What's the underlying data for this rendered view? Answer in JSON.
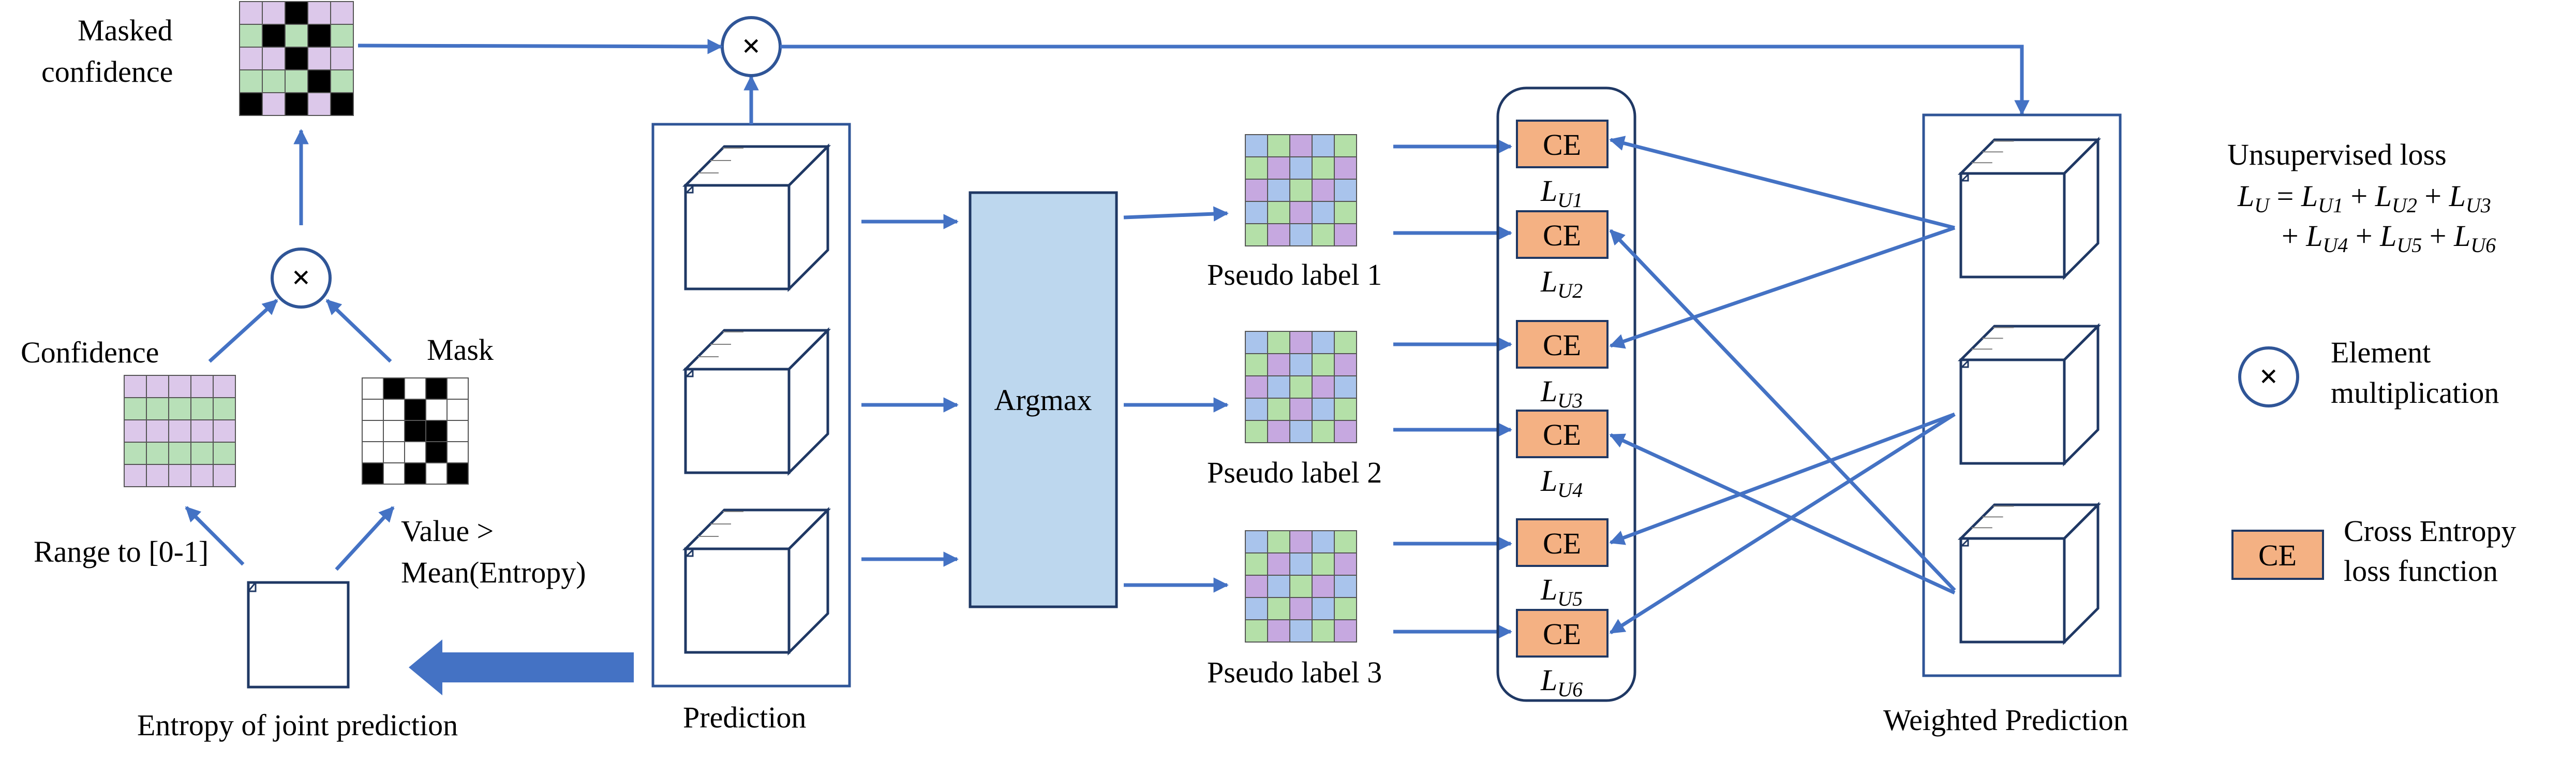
{
  "labels": {
    "masked_confidence_1": "Masked",
    "masked_confidence_2": "confidence",
    "confidence": "Confidence",
    "mask": "Mask",
    "range": "Range to [0-1]",
    "value_1": "Value >",
    "value_2": "Mean(Entropy)",
    "entropy": "Entropy of joint prediction",
    "prediction": "Prediction",
    "argmax": "Argmax",
    "pseudo_1": "Pseudo label 1",
    "pseudo_2": "Pseudo label 2",
    "pseudo_3": "Pseudo label 3",
    "weighted_prediction": "Weighted Prediction",
    "ce": "CE",
    "multiply_symbol": "×"
  },
  "losses": [
    "L",
    "L",
    "L",
    "L",
    "L",
    "L"
  ],
  "loss_subscripts": [
    "U1",
    "U2",
    "U3",
    "U4",
    "U5",
    "U6"
  ],
  "legend": {
    "unsupervised_title": "Unsupervised loss",
    "equation_line1": "L_U = L_U1 + L_U2 + L_U3",
    "equation_line2": "+ L_U4 + L_U5 + L_U6",
    "element_1": "Element",
    "element_2": "multiplication",
    "cross_1": "Cross Entropy",
    "cross_2": "loss function"
  },
  "colors": {
    "arrow": "#4472C4",
    "ce_fill": "#F4B183",
    "argmax_fill": "#BDD7EE",
    "big_arrow": "#4472C4",
    "confidence_cells": [
      "#DCC8EA",
      "#B8E0B8"
    ],
    "pseudo_cells": [
      "#A9C4EC",
      "#B4E0A8",
      "#C6A8E0"
    ],
    "mask_black": "#000000"
  },
  "mask_pattern": [
    [
      0,
      1,
      0,
      1,
      0
    ],
    [
      0,
      0,
      1,
      0,
      0
    ],
    [
      0,
      0,
      1,
      1,
      0
    ],
    [
      0,
      0,
      0,
      1,
      0
    ],
    [
      1,
      0,
      1,
      0,
      1
    ]
  ],
  "masked_conf_pattern": [
    [
      0,
      0,
      1,
      0,
      0
    ],
    [
      0,
      1,
      0,
      1,
      0
    ],
    [
      0,
      0,
      1,
      0,
      0
    ],
    [
      0,
      0,
      0,
      1,
      0
    ],
    [
      1,
      0,
      1,
      0,
      1
    ]
  ]
}
